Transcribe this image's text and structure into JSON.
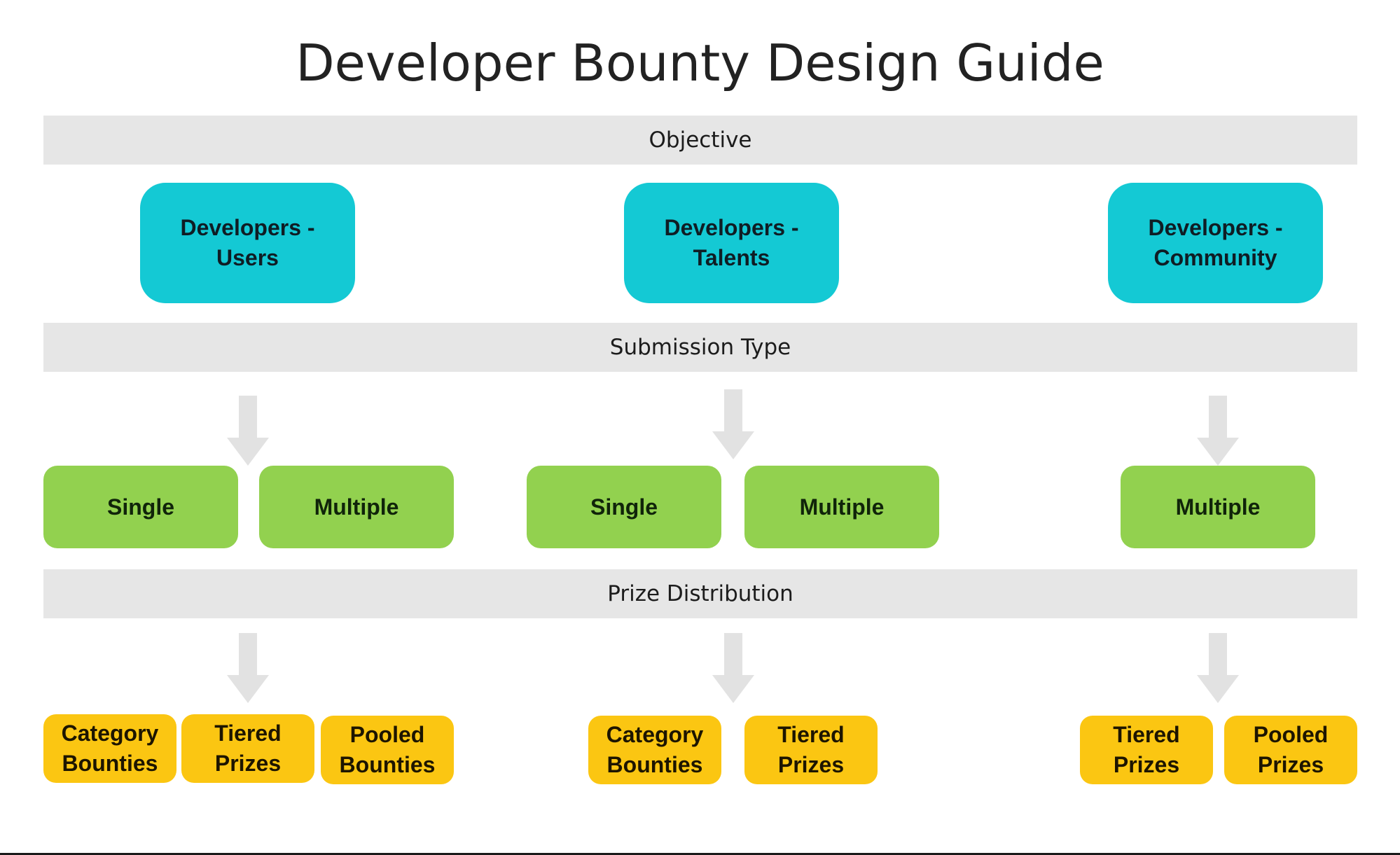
{
  "title": "Developer Bounty Design Guide",
  "colors": {
    "band": "#e6e6e6",
    "objective": "#14c9d4",
    "submission": "#92d14f",
    "prize": "#fbc612",
    "arrow": "#e2e2e2"
  },
  "bands": {
    "objective": "Objective",
    "submission": "Submission Type",
    "prize": "Prize Distribution"
  },
  "objectives": [
    {
      "line1": "Developers -",
      "line2": "Users"
    },
    {
      "line1": "Developers -",
      "line2": "Talents"
    },
    {
      "line1": "Developers -",
      "line2": "Community"
    }
  ],
  "submissions": [
    "Single",
    "Multiple",
    "Single",
    "Multiple",
    "Multiple"
  ],
  "prizes": [
    {
      "line1": "Category",
      "line2": "Bounties"
    },
    {
      "line1": "Tiered",
      "line2": "Prizes"
    },
    {
      "line1": "Pooled",
      "line2": "Bounties"
    },
    {
      "line1": "Category",
      "line2": "Bounties"
    },
    {
      "line1": "Tiered",
      "line2": "Prizes"
    },
    {
      "line1": "Tiered",
      "line2": "Prizes"
    },
    {
      "line1": "Pooled",
      "line2": "Prizes"
    }
  ],
  "arrow_icon": "down-arrow-icon"
}
